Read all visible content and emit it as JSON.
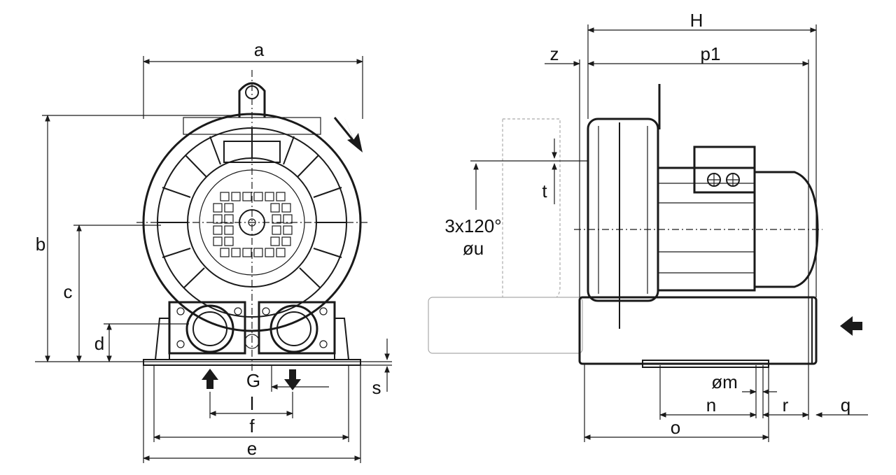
{
  "labels": {
    "a": "a",
    "b": "b",
    "c": "c",
    "d": "d",
    "e": "e",
    "f": "f",
    "G": "G",
    "l": "l",
    "s": "s",
    "H": "H",
    "z": "z",
    "p1": "p1",
    "t": "t",
    "angle": "3x120°",
    "u": "øu",
    "m": "øm",
    "n": "n",
    "r": "r",
    "q": "q",
    "o": "o"
  },
  "colors": {
    "line": "#1a1a1a",
    "fill": "#ffffff",
    "shade": "#d9d9d9"
  }
}
